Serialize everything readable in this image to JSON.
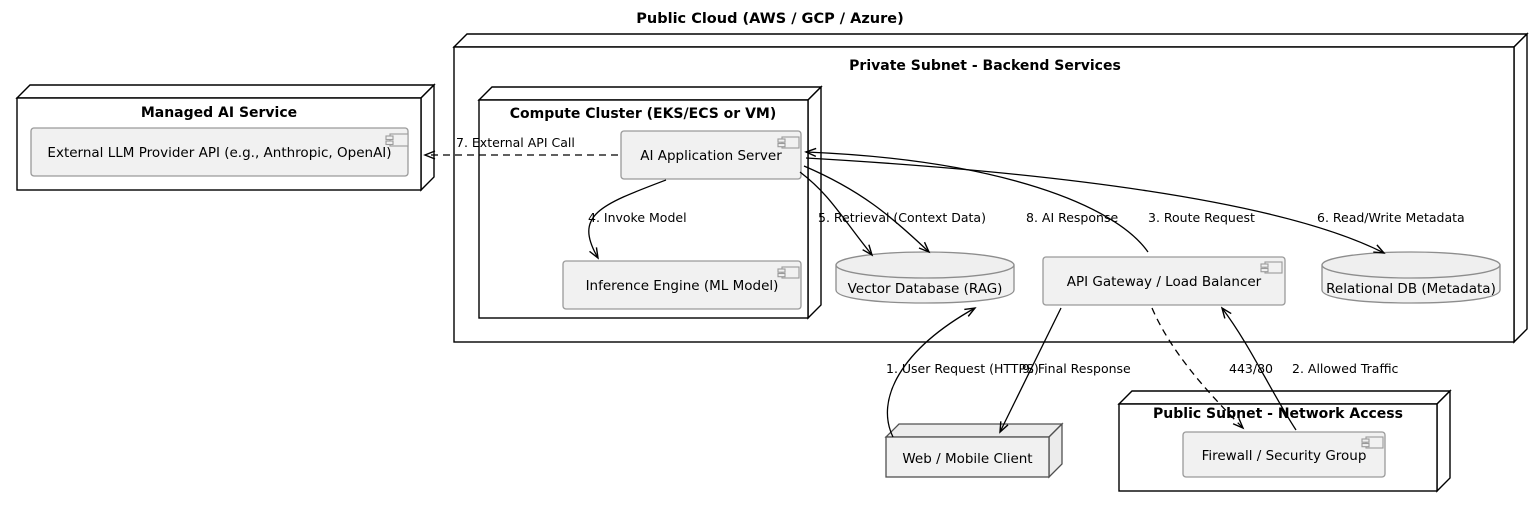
{
  "diagram": {
    "title": "Public Cloud (AWS / GCP / Azure)",
    "type": "uml-deployment-diagram"
  },
  "containers": {
    "managed_ai_service": {
      "title": "Managed AI Service"
    },
    "private_subnet": {
      "title": "Private Subnet - Backend Services"
    },
    "compute_cluster": {
      "title": "Compute Cluster (EKS/ECS or VM)"
    },
    "public_subnet": {
      "title": "Public Subnet - Network Access"
    }
  },
  "nodes": {
    "external_llm": {
      "label": "External LLM Provider API (e.g., Anthropic, OpenAI)",
      "shape": "component"
    },
    "ai_app_server": {
      "label": "AI Application Server",
      "shape": "component"
    },
    "inference_engine": {
      "label": "Inference Engine (ML Model)",
      "shape": "component"
    },
    "vector_db": {
      "label": "Vector Database (RAG)",
      "shape": "database"
    },
    "api_gateway": {
      "label": "API Gateway / Load Balancer",
      "shape": "component"
    },
    "relational_db": {
      "label": "Relational DB (Metadata)",
      "shape": "database"
    },
    "web_client": {
      "label": "Web / Mobile Client",
      "shape": "node"
    },
    "firewall": {
      "label": "Firewall / Security Group",
      "shape": "component"
    }
  },
  "edges": [
    {
      "id": "e1",
      "label": "1. User Request (HTTPS)",
      "from": "web_client",
      "to": "api_gateway",
      "style": "solid"
    },
    {
      "id": "e2",
      "label": "2. Allowed Traffic",
      "from": "firewall",
      "to": "api_gateway",
      "style": "solid"
    },
    {
      "id": "e3",
      "label": "3. Route Request",
      "from": "api_gateway",
      "to": "ai_app_server",
      "style": "solid"
    },
    {
      "id": "e4",
      "label": "4. Invoke Model",
      "from": "ai_app_server",
      "to": "inference_engine",
      "style": "solid"
    },
    {
      "id": "e5",
      "label": "5. Retrieval (Context Data)",
      "from": "ai_app_server",
      "to": "vector_db",
      "style": "solid"
    },
    {
      "id": "e6",
      "label": "6. Read/Write Metadata",
      "from": "ai_app_server",
      "to": "relational_db",
      "style": "solid"
    },
    {
      "id": "e7",
      "label": "7. External API Call",
      "from": "ai_app_server",
      "to": "external_llm",
      "style": "dashed"
    },
    {
      "id": "e8",
      "label": "8. AI Response",
      "from": "ai_app_server",
      "to": "api_gateway",
      "style": "solid"
    },
    {
      "id": "e9",
      "label": "9. Final Response",
      "from": "api_gateway",
      "to": "web_client",
      "style": "solid"
    },
    {
      "id": "e10",
      "label": "443/80",
      "from": "api_gateway",
      "to": "firewall",
      "style": "dashed"
    }
  ],
  "colors": {
    "background": "#ffffff",
    "stroke": "#000000",
    "component_fill": "#f1f1f1",
    "component_stroke": "#9a9a9a",
    "node_fill": "#ffffff"
  }
}
